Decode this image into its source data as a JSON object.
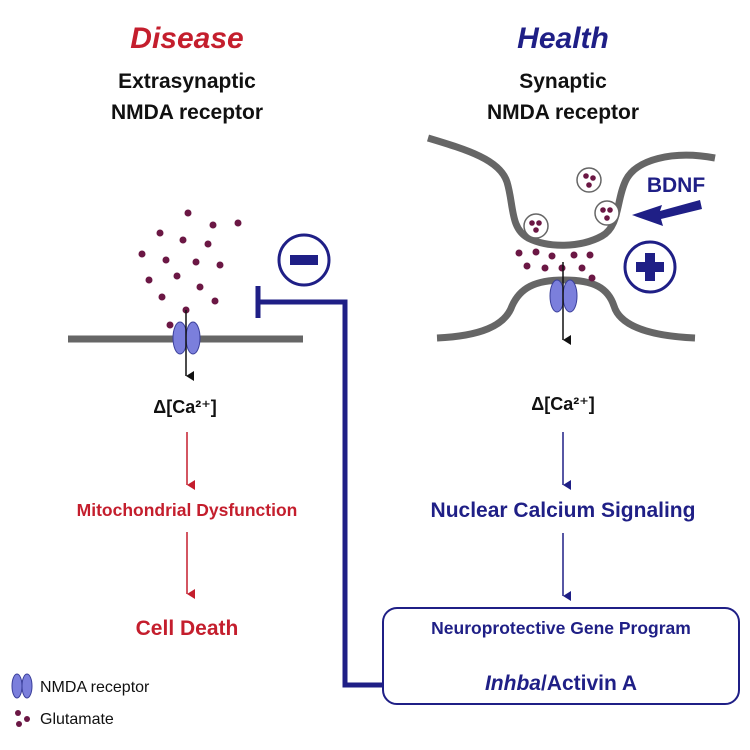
{
  "colors": {
    "disease": "#c41e2d",
    "health": "#1f1f86",
    "membrane": "#666666",
    "glutamate": "#6b1744",
    "receptor": "#7b7fdc",
    "inhibit_line": "#1f1f86",
    "black": "#111111"
  },
  "disease": {
    "title": "Disease",
    "receptor_line1": "Extrasynaptic",
    "receptor_line2": "NMDA receptor",
    "calcium": "Δ[Ca²⁺]",
    "step1": "Mitochondrial Dysfunction",
    "step2": "Cell Death",
    "inhibit_symbol": "−"
  },
  "health": {
    "title": "Health",
    "receptor_line1": "Synaptic",
    "receptor_line2": "NMDA receptor",
    "bdnf": "BDNF",
    "plus_symbol": "+",
    "calcium": "Δ[Ca²⁺]",
    "step1": "Nuclear Calcium Signaling",
    "box_line1": "Neuroprotective Gene Program",
    "box_line2_italic": "Inhba",
    "box_line2_rest": "/Activin A"
  },
  "legend": {
    "receptor": "NMDA receptor",
    "glutamate": "Glutamate"
  }
}
